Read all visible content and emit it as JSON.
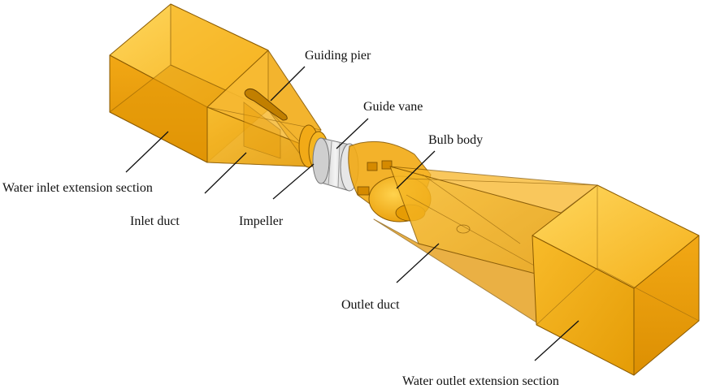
{
  "labels": {
    "guiding_pier": "Guiding pier",
    "guide_vane": "Guide vane",
    "bulb_body": "Bulb body",
    "water_inlet_extension_section": "Water inlet extension section",
    "inlet_duct": "Inlet duct",
    "impeller": "Impeller",
    "outlet_duct": "Outlet duct",
    "water_outlet_extension_section": "Water outlet extension section"
  },
  "colors": {
    "body_light": "#ffce4a",
    "body_mid": "#f5b21c",
    "body_dark": "#d98c00",
    "edge": "#8a5a00",
    "impeller_silver": "#d8d8d8",
    "leader_line": "#111111"
  }
}
